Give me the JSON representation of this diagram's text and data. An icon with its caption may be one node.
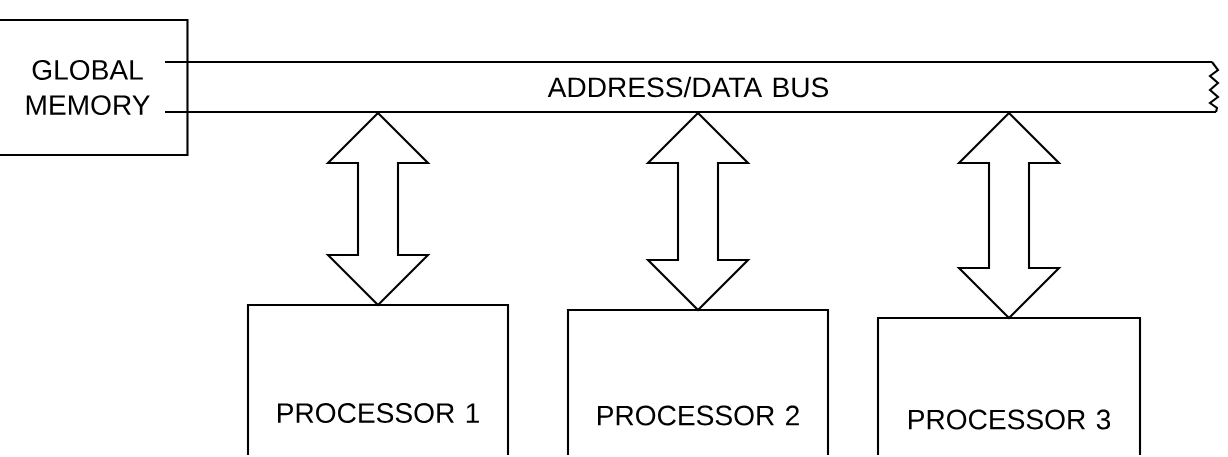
{
  "diagram": {
    "nodes": [
      {
        "text": [
          "GLOBAL MEMORY"
        ]
      },
      {
        "text": [
          "ADDRESS/DATA BUS"
        ]
      },
      {
        "text": [
          "PROCESSOR 1"
        ]
      },
      {
        "text": [
          "PROCESSOR 2"
        ]
      },
      {
        "text": [
          "PROCESSOR 3"
        ]
      }
    ],
    "edges": [
      {
        "from": 1,
        "to": 2,
        "arrow": "both"
      },
      {
        "from": 1,
        "to": 3,
        "arrow": "both"
      },
      {
        "from": 1,
        "to": 4,
        "arrow": "both"
      }
    ]
  }
}
